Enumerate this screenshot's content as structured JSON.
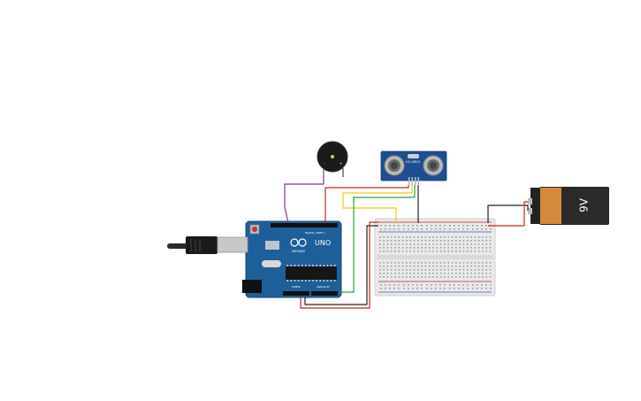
{
  "circuit": {
    "arduino": {
      "model_label": "UNO",
      "brand_label": "ARDUINO",
      "digital_header_label": "DIGITAL (PWM~)",
      "power_label": "POWER",
      "analog_label": "ANALOG IN"
    },
    "ultrasonic_sensor": {
      "model_label": "HC-SR04"
    },
    "battery": {
      "voltage_label": "9V"
    },
    "buzzer": {
      "plus_label": "+",
      "minus_label": "-"
    }
  },
  "colors": {
    "arduino_board": "#1f5f99",
    "sensor_board": "#1d4e93",
    "battery_body": "#d38a3b",
    "battery_cap": "#222222",
    "breadboard": "#e9e9e9",
    "wire_red": "#d02020",
    "wire_black": "#222222",
    "wire_yellow": "#e6cc10",
    "wire_green": "#2ea03a",
    "wire_purple": "#7a3a8f",
    "wire_brown": "#6b3a2a"
  }
}
